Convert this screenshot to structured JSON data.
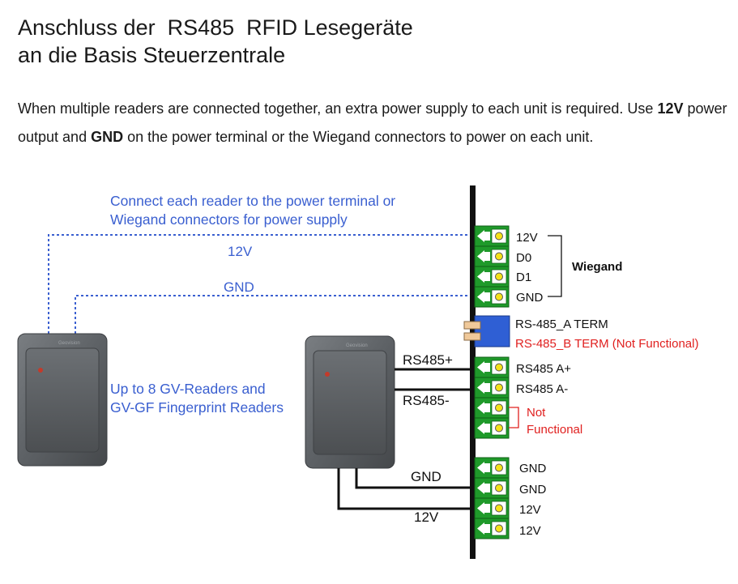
{
  "title": {
    "line1": "Anschluss der  RS485  RFID Lesegeräte",
    "line2": "an die Basis Steuerzentrale"
  },
  "intro": {
    "part1": "When multiple readers are connected together, an extra power supply to each unit is required. Use ",
    "bold1": "12V",
    "part2": " power output and ",
    "bold2": "GND",
    "part3": " on the power terminal or the Wiegand connectors to power on each unit."
  },
  "diagram": {
    "note_line1": "Connect each reader to the power terminal or",
    "note_line2": "Wiegand connectors for power supply",
    "wire_12v": "12V",
    "wire_gnd": "GND",
    "readers_line1": "Up to 8 GV-Readers and",
    "readers_line2": "GV-GF Fingerprint Readers",
    "reader_brand": "Geovision",
    "rs485_plus": "RS485+",
    "rs485_minus": "RS485-",
    "bottom_gnd": "GND",
    "bottom_12v": "12V",
    "wiegand_pins": [
      "12V",
      "D0",
      "D1",
      "GND"
    ],
    "wiegand_label": "Wiegand",
    "term_a": "RS-485_A TERM",
    "term_b": "RS-485_B TERM (Not Functional)",
    "rs485_pins": [
      "RS485 A+",
      "RS485 A-"
    ],
    "not_functional_1": "Not",
    "not_functional_2": "Functional",
    "power_pins": [
      "GND",
      "GND",
      "12V",
      "12V"
    ]
  },
  "colors": {
    "blue": "#3a5fd0",
    "red": "#e0201f",
    "terminal_green": "#1f9a2a",
    "text": "#1a1a1a"
  }
}
